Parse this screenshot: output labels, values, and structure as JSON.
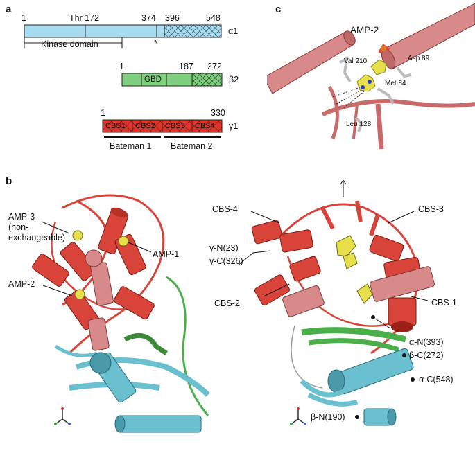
{
  "panels": {
    "a": "a",
    "b": "b",
    "c": "c"
  },
  "colors": {
    "alpha": "#a8dcf0",
    "beta": "#7ed07e",
    "gamma": "#e0342a",
    "helix_red": "#d9443a",
    "helix_pink": "#d88a8a",
    "helix_cyan": "#6bc0d0",
    "ligand": "#e8e04a"
  },
  "alpha1": {
    "start": "1",
    "thr": "Thr 172",
    "p374": "374",
    "p396": "396",
    "end": "548",
    "name": "α1",
    "kinase": "Kinase domain",
    "star": "*"
  },
  "beta2": {
    "start": "1",
    "gbd": "GBD",
    "p187": "187",
    "end": "272",
    "name": "β2"
  },
  "gamma1": {
    "start": "1",
    "end": "330",
    "name": "γ1",
    "cbs": [
      "CBS1",
      "CBS2",
      "CBS3",
      "CBS4"
    ],
    "bateman1": "Bateman 1",
    "bateman2": "Bateman 2"
  },
  "panel_b_left": {
    "amp3_l1": "AMP-3",
    "amp3_l2": "(non-",
    "amp3_l3": "exchangeable)",
    "amp1": "AMP-1",
    "amp2": "AMP-2"
  },
  "panel_b_right": {
    "cbs4": "CBS-4",
    "cbs3": "CBS-3",
    "cbs2": "CBS-2",
    "cbs1": "CBS-1",
    "gn": "γ-N(23)",
    "gc": "γ-C(326)",
    "an": "α-N(393)",
    "bc": "β-C(272)",
    "ac": "α-C(548)",
    "bn": "β-N(190)"
  },
  "panel_c": {
    "amp2": "AMP-2",
    "val": "Val 210",
    "asp": "Asp 89",
    "met": "Met 84",
    "leu": "Leu 128"
  }
}
